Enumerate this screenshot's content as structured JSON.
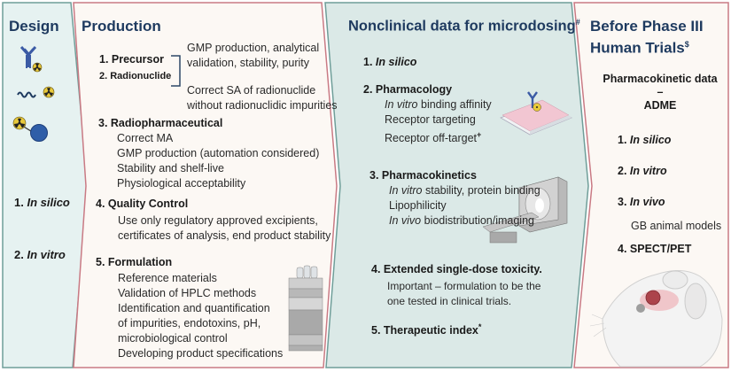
{
  "colors": {
    "teal_panel_bg": "#e6f2f1",
    "teal_border": "#6f9e99",
    "cream_panel_bg": "#fcf8f4",
    "rose_border": "#c97a84",
    "title_color": "#1e3a5f",
    "nonclinical_bg": "#dbe9e7"
  },
  "design": {
    "title": "Design",
    "icons": [
      "antibody-radionuclide-icon",
      "peptide-radionuclide-icon",
      "small-molecule-radionuclide-icon"
    ],
    "items": [
      {
        "num": "1. ",
        "label": "In silico"
      },
      {
        "num": "2. ",
        "label": "In vitro"
      }
    ]
  },
  "production": {
    "title": "Production",
    "precursor": "1. Precursor",
    "radionuclide": "2. Radionuclide",
    "bracket_text_1": [
      "GMP production, analytical",
      "validation, stability, purity"
    ],
    "bracket_text_2": [
      "Correct SA of radionuclide",
      "without radionuclidic impurities"
    ],
    "radiopharmaceutical": {
      "heading": "3. Radiopharmaceutical",
      "lines": [
        "Correct MA",
        "GMP production (automation considered)",
        "Stability and shelf-live",
        "Physiological acceptability"
      ]
    },
    "quality_control": {
      "heading": "4. Quality Control",
      "lines": [
        "Use only regulatory approved excipients,",
        "certificates of analysis, end product stability"
      ]
    },
    "formulation": {
      "heading": "5. Formulation",
      "lines": [
        "Reference materials",
        "Validation of HPLC methods",
        "Identification and quantification",
        "of impurities, endotoxins, pH,",
        "microbiological control",
        "Developing product specifications"
      ]
    }
  },
  "nonclinical": {
    "title": "Nonclinical data for microdosing",
    "title_sup": "#",
    "item1": {
      "num": "1. ",
      "label": "In silico"
    },
    "pharmacology": {
      "heading": "2. Pharmacology",
      "line1_it": "In vitro",
      "line1_rest": " binding affinity",
      "line2": "Receptor targeting",
      "line3": "Receptor off-target",
      "line3_sup": "+"
    },
    "pharmacokinetics": {
      "heading": "3. Pharmacokinetics",
      "line1_it": "In vitro",
      "line1_rest": " stability, protein binding",
      "line2": "Lipophilicity",
      "line3_it": "In vivo",
      "line3_rest": " biodistribution/imaging"
    },
    "toxicity": {
      "heading": "4. Extended single-dose toxicity.",
      "lines": [
        "Important – formulation to be the",
        "one tested in clinical trials."
      ]
    },
    "therapeutic": {
      "heading": "5. Therapeutic index",
      "sup": "*"
    }
  },
  "phase3": {
    "title_line1": "Before Phase III",
    "title_line2": "Human Trials",
    "title_sup": "$",
    "pk_label": "Pharmacokinetic data",
    "dash": "–",
    "adme": "ADME",
    "items": [
      {
        "num": "1. ",
        "label": "In silico"
      },
      {
        "num": "2. ",
        "label": "In vitro"
      },
      {
        "num": "3. ",
        "label": "In vivo"
      }
    ],
    "gb_models": "GB animal models",
    "spect_pet": "4. SPECT/PET"
  }
}
